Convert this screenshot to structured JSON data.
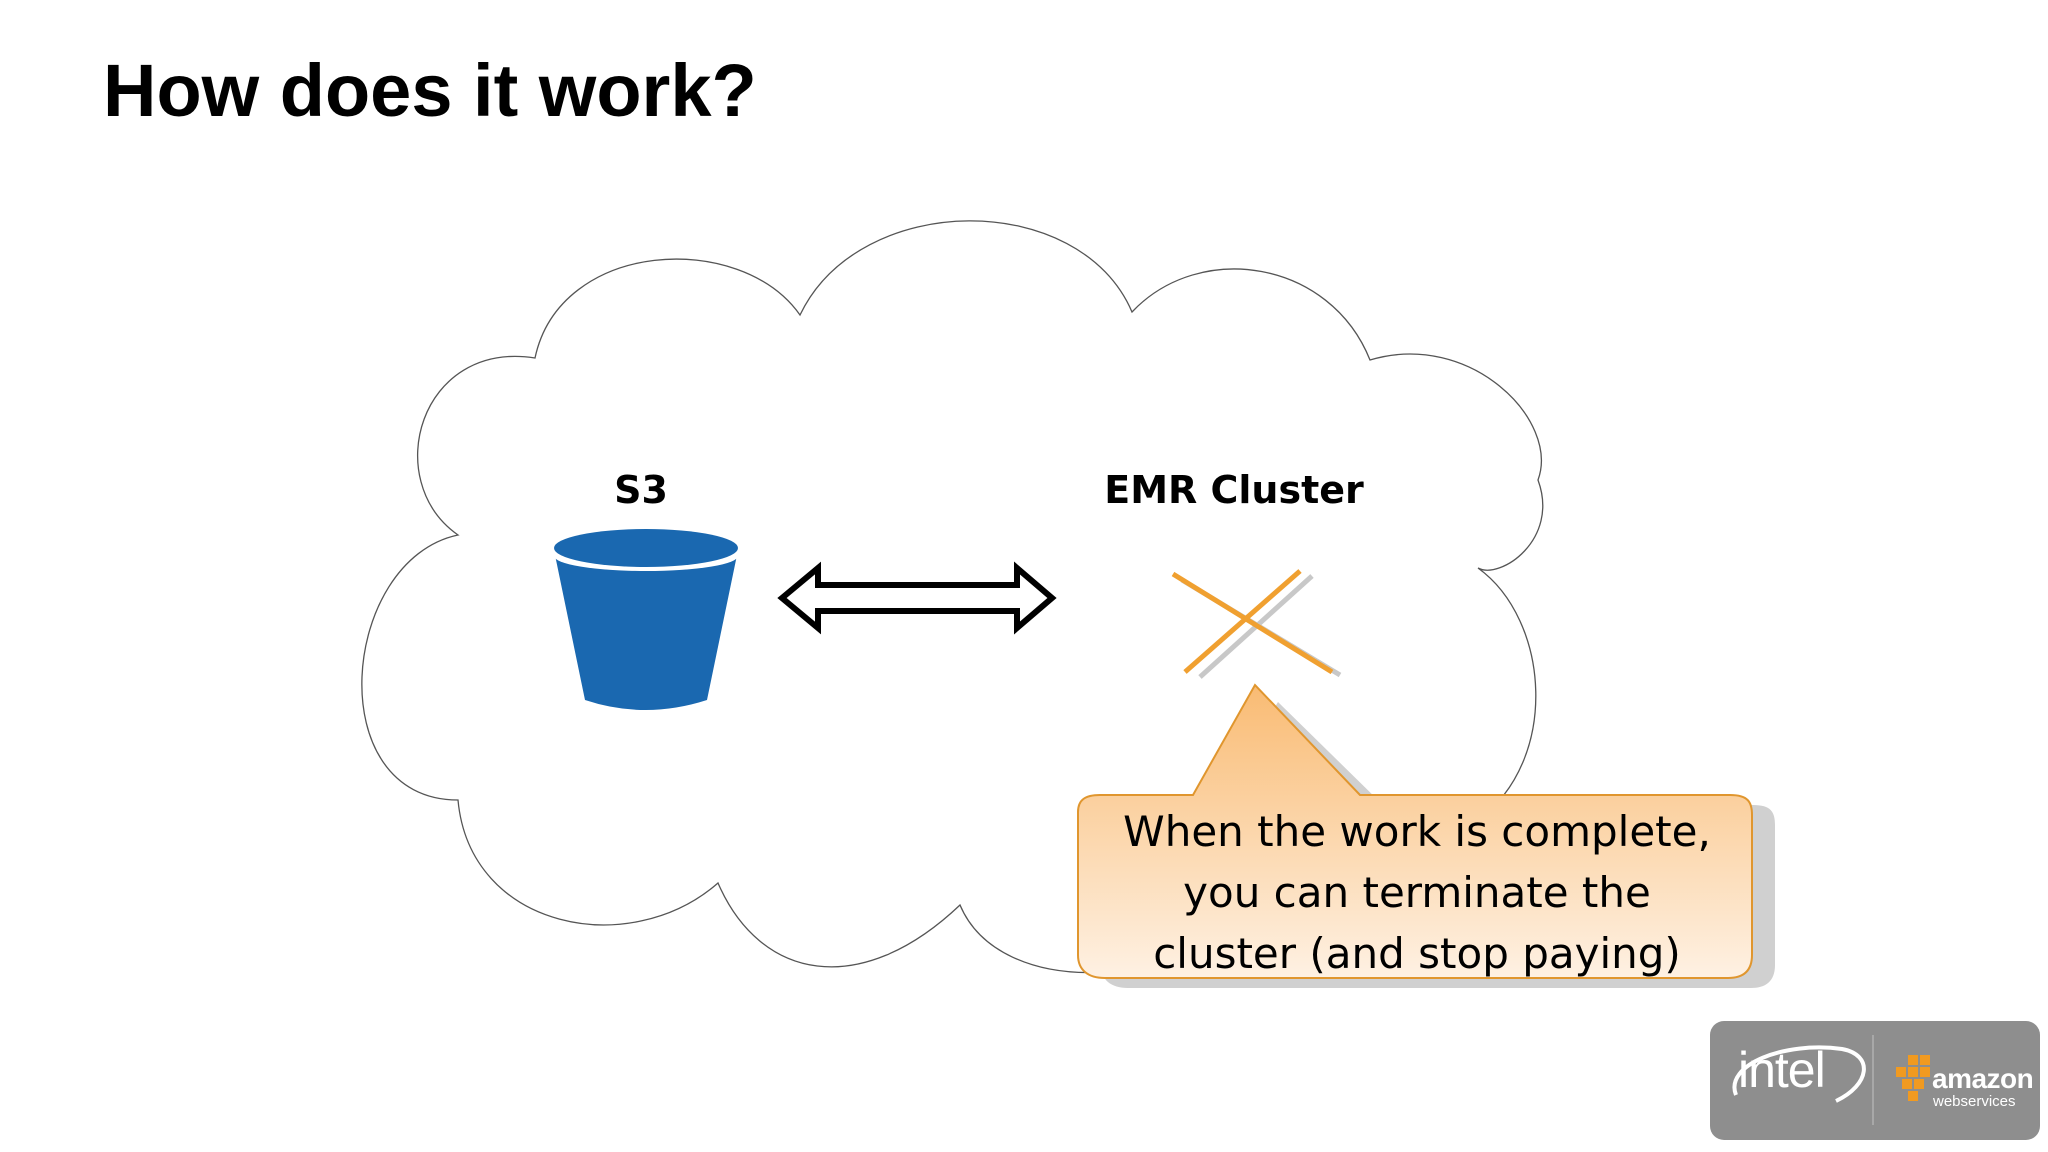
{
  "slide": {
    "title": "How does it work?"
  },
  "diagram": {
    "s3_label": "S3",
    "emr_label": "EMR Cluster",
    "callout_lines": [
      "When the work is complete,",
      "you can terminate the",
      "cluster (and stop paying)"
    ]
  },
  "logos": {
    "intel": "intel",
    "aws_amazon": "amazon",
    "aws_web_services": "webservices"
  },
  "colors": {
    "bucket": "#1a68b0",
    "cluster_x": "#f0a030",
    "callout_fill_top": "#f9bb73",
    "callout_fill_bottom": "#fef1e3",
    "callout_border": "#e0962e",
    "logo_bg": "#8e8e8e"
  }
}
